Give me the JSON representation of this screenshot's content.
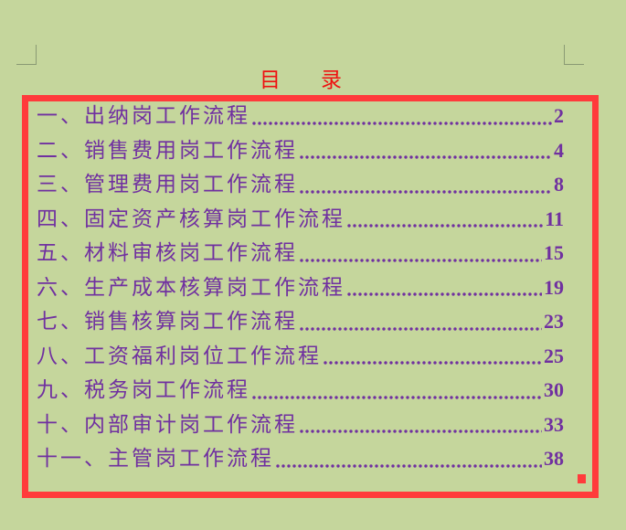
{
  "document": {
    "title_chars": [
      "目",
      "录"
    ],
    "colors": {
      "background": "#C5D69C",
      "title": "#EE1111",
      "text": "#7030A0",
      "frame": "#FF3B3B"
    },
    "toc": [
      {
        "label": "一、出纳岗工作流程",
        "page": "2"
      },
      {
        "label": "二、销售费用岗工作流程",
        "page": "4"
      },
      {
        "label": "三、管理费用岗工作流程",
        "page": "8"
      },
      {
        "label": "四、固定资产核算岗工作流程",
        "page": "11"
      },
      {
        "label": "五、材料审核岗工作流程",
        "page": "15"
      },
      {
        "label": "六、生产成本核算岗工作流程",
        "page": "19"
      },
      {
        "label": "七、销售核算岗工作流程",
        "page": "23"
      },
      {
        "label": "八、工资福利岗位工作流程",
        "page": "25"
      },
      {
        "label": "九、税务岗工作流程",
        "page": "30"
      },
      {
        "label": "十、内部审计岗工作流程",
        "page": "33"
      },
      {
        "label": "十一、主管岗工作流程",
        "page": "38"
      }
    ]
  }
}
